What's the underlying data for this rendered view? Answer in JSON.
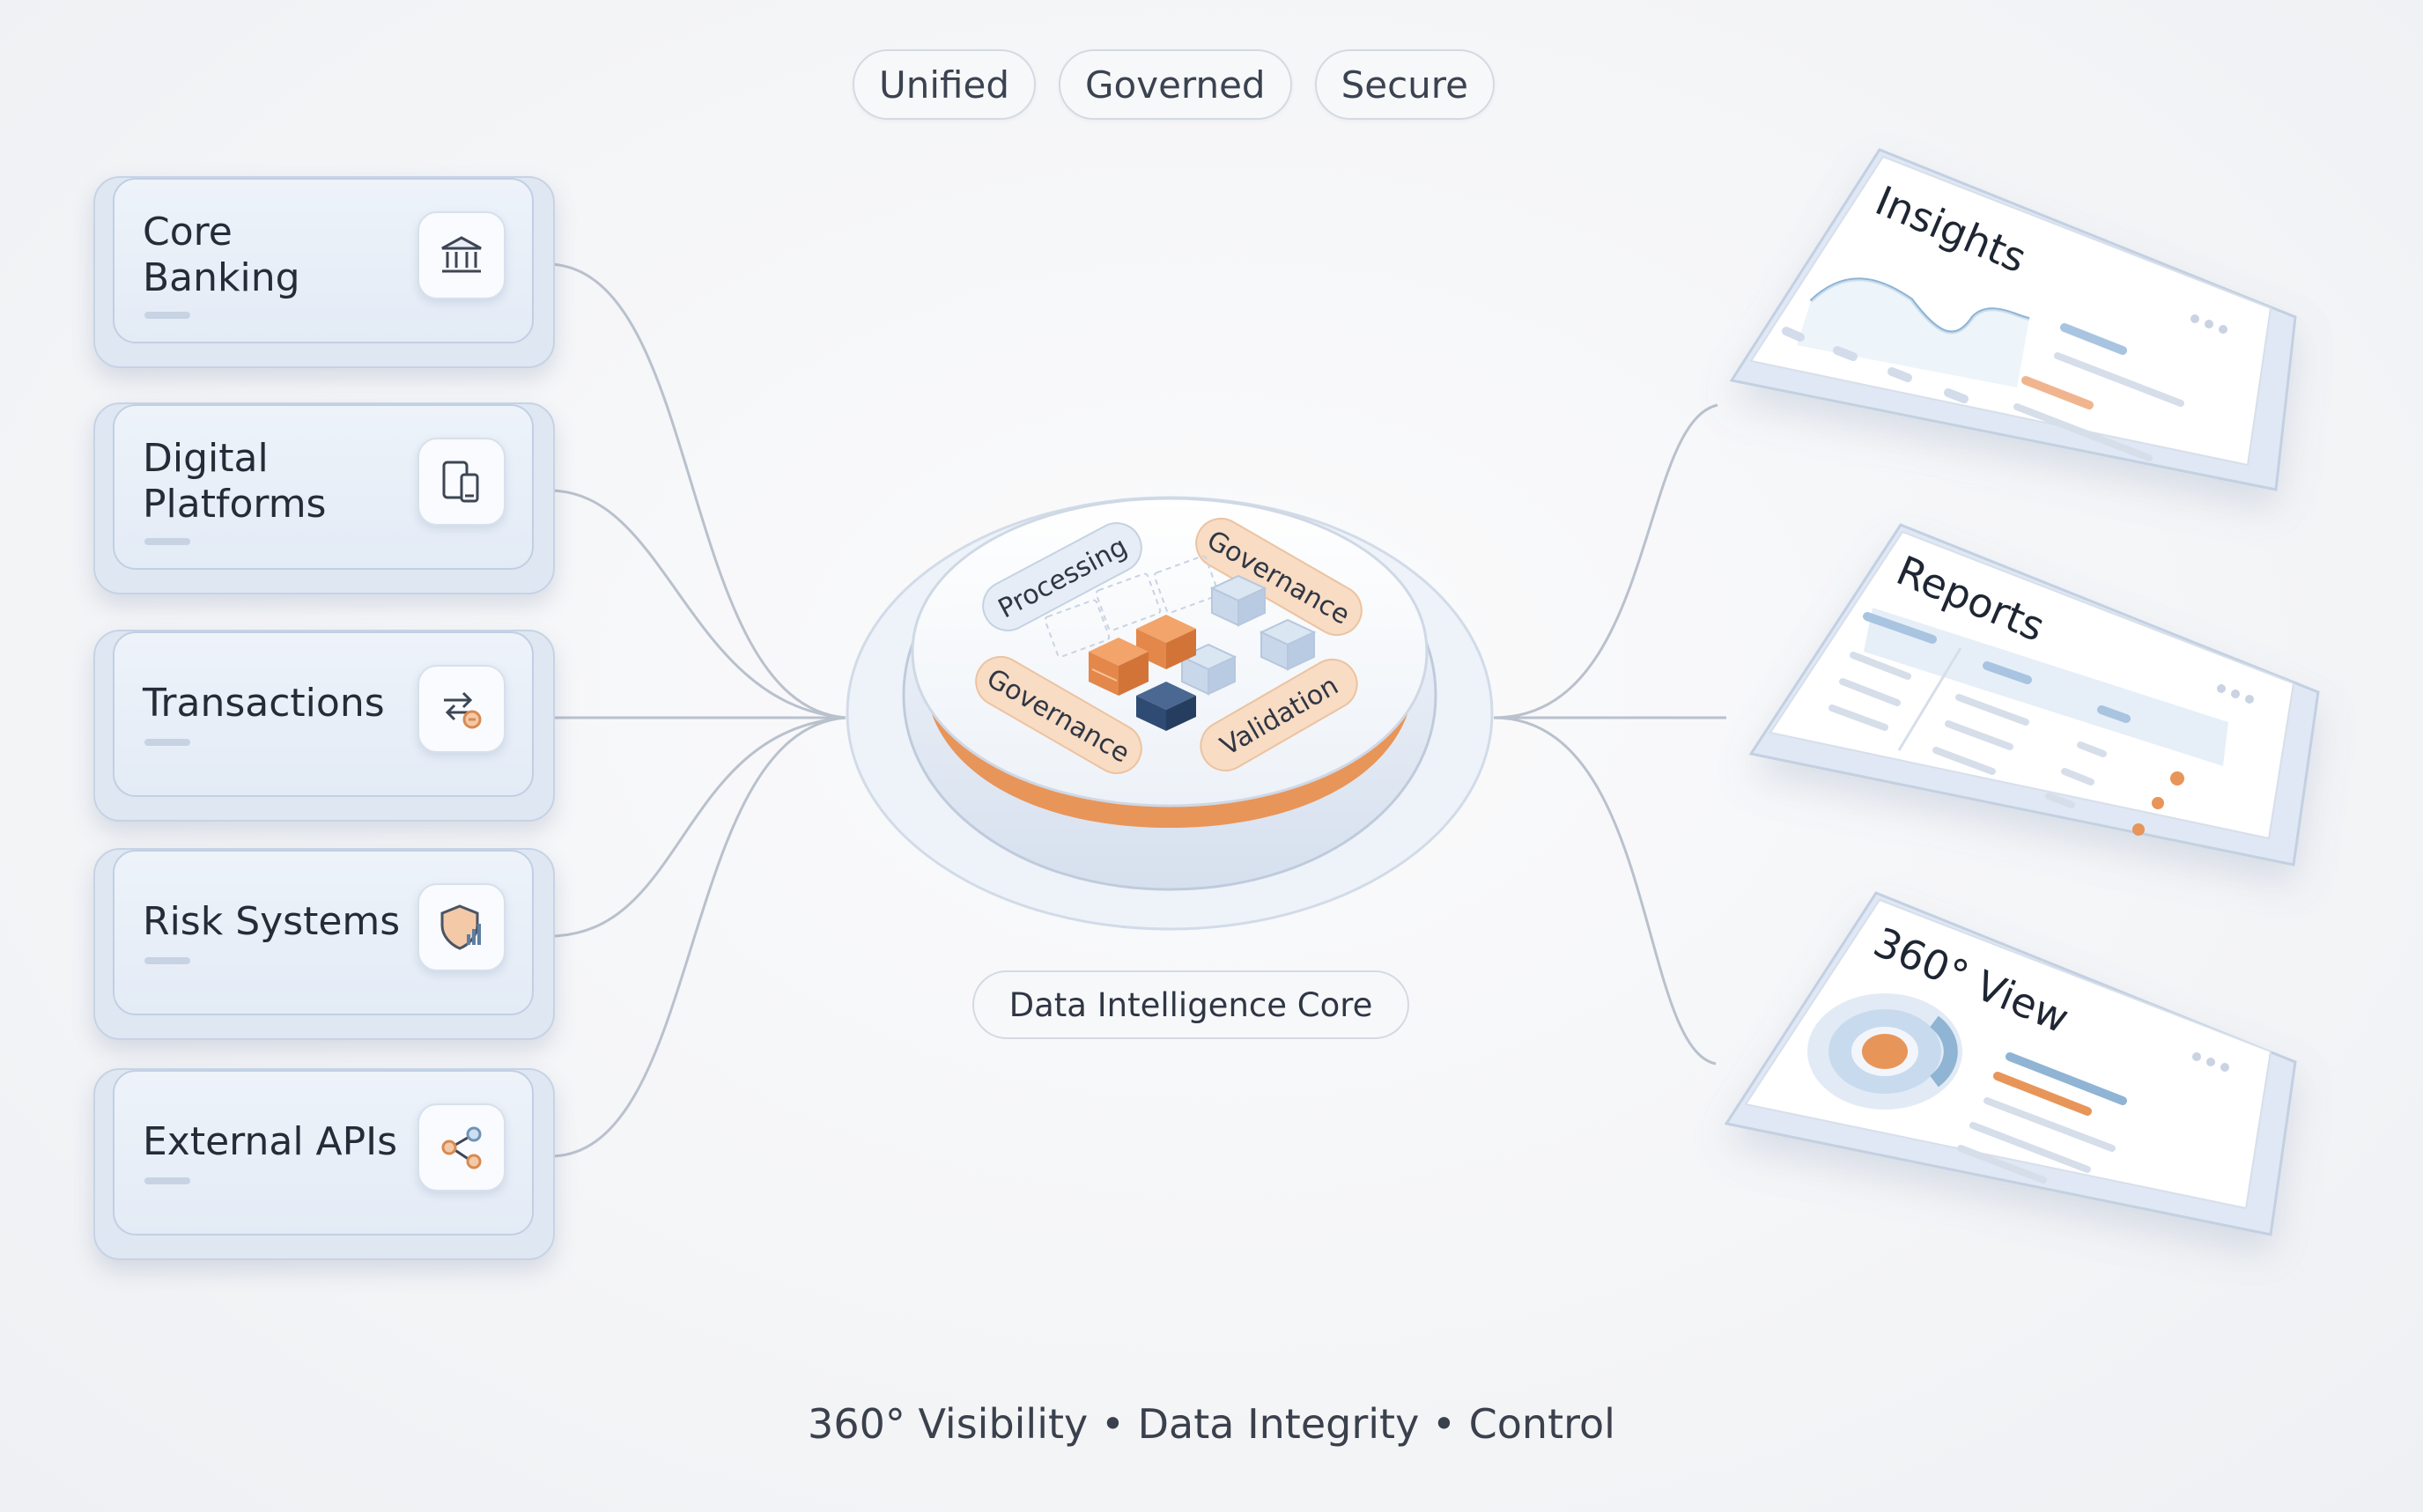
{
  "top_tags": [
    "Unified",
    "Governed",
    "Secure"
  ],
  "sources": [
    {
      "label": "Core\nBanking",
      "icon": "bank-icon"
    },
    {
      "label": "Digital\nPlatforms",
      "icon": "devices-icon"
    },
    {
      "label": "Transactions",
      "icon": "transfer-icon"
    },
    {
      "label": "Risk Systems",
      "icon": "shield-chart-icon"
    },
    {
      "label": "External APIs",
      "icon": "share-icon"
    }
  ],
  "core": {
    "caption": "Data Intelligence Core",
    "modules": [
      "Processing",
      "Governance",
      "Governance",
      "Validation"
    ]
  },
  "outputs": [
    {
      "title": "Insights"
    },
    {
      "title": "Reports"
    },
    {
      "title": "360° View"
    }
  ],
  "footer": "360° Visibility • Data Integrity • Control",
  "colors": {
    "accent_orange": "#e8955a",
    "accent_blue": "#8fb4d4",
    "navy": "#2f4b73",
    "card_fill": "#e4ebf6",
    "connector": "#b9c1cd"
  }
}
